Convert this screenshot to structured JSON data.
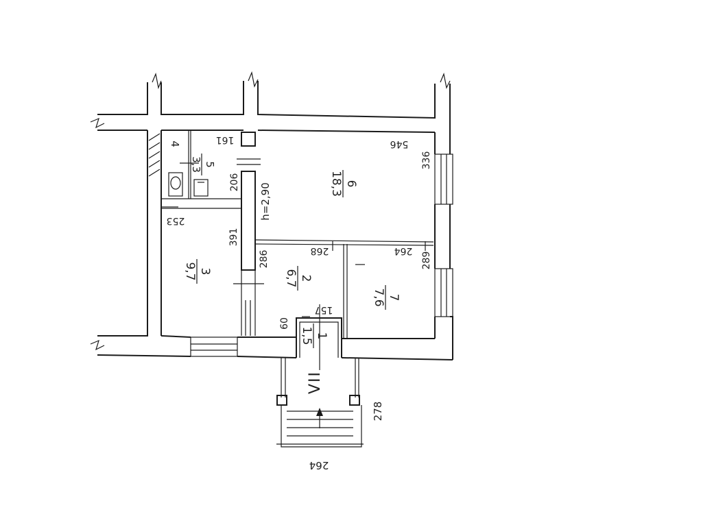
{
  "plan": {
    "height_label": "h=2,90",
    "stair_label": "VII",
    "rooms": [
      {
        "number": "1",
        "area": "1,5"
      },
      {
        "number": "2",
        "area": "6,7"
      },
      {
        "number": "3",
        "area": "9,7"
      },
      {
        "number": "4",
        "area": ""
      },
      {
        "number": "5",
        "area": "3,3"
      },
      {
        "number": "6",
        "area": "18,3"
      },
      {
        "number": "7",
        "area": "7,6"
      }
    ],
    "dimensions": {
      "d546": "546",
      "d336": "336",
      "d161": "161",
      "d206": "206",
      "d253": "253",
      "d391": "391",
      "d286": "286",
      "d268": "268",
      "d264_room": "264",
      "d289": "289",
      "d157": "157",
      "d60": "60",
      "d278": "278",
      "d264_stair": "264"
    }
  }
}
